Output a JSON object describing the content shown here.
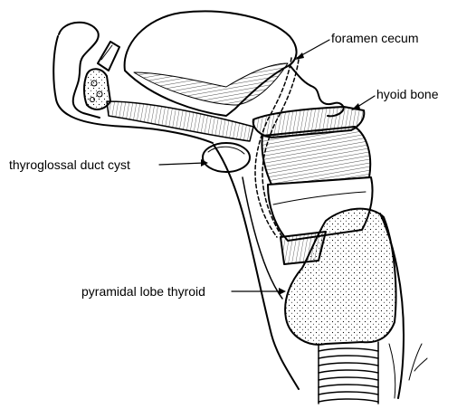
{
  "diagram": {
    "labels": {
      "foramen_cecum": "foramen cecum",
      "hyoid_bone": "hyoid bone",
      "thyroglossal_duct_cyst": "thyroglossal duct cyst",
      "pyramidal_lobe_thyroid": "pyramidal lobe thyroid"
    },
    "colors": {
      "ink": "#000000",
      "paper": "#ffffff"
    }
  }
}
